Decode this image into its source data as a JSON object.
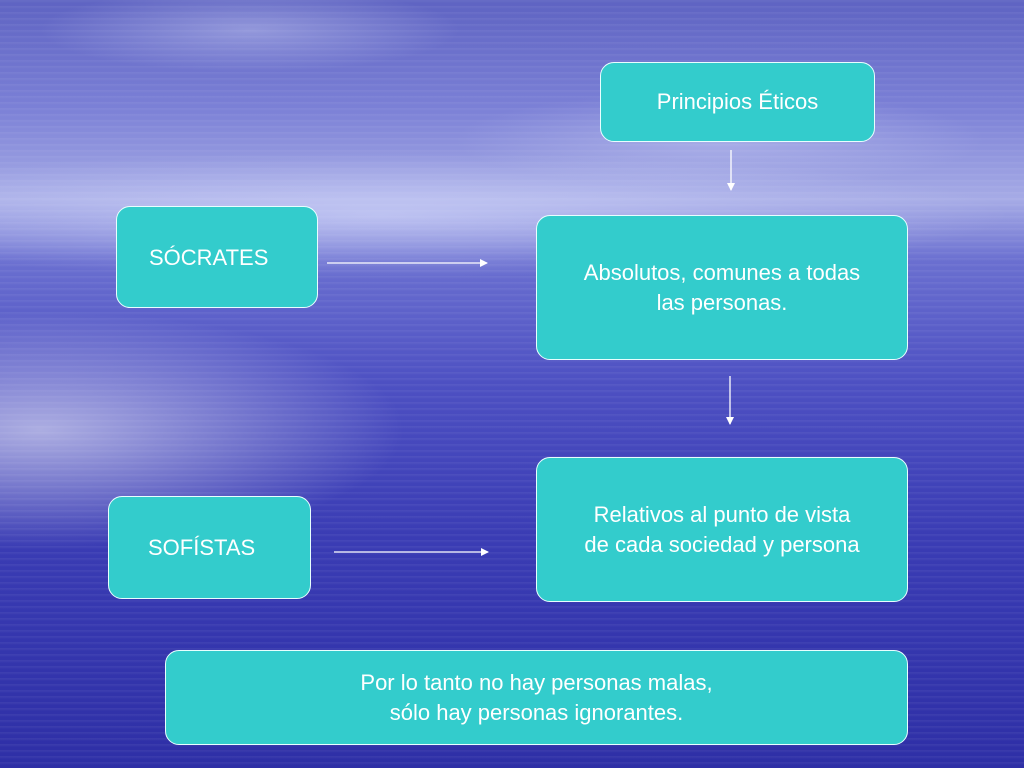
{
  "diagram": {
    "nodes": [
      {
        "id": "principios",
        "lines": [
          "Principios Éticos"
        ]
      },
      {
        "id": "socrates",
        "lines": [
          "SÓCRATES"
        ]
      },
      {
        "id": "absolutos",
        "lines": [
          "Absolutos, comunes a todas",
          "las personas."
        ]
      },
      {
        "id": "relativos",
        "lines": [
          "Relativos al punto de vista",
          "de cada sociedad y persona"
        ]
      },
      {
        "id": "sofistas",
        "lines": [
          "SOFÍSTAS"
        ]
      },
      {
        "id": "conclusion",
        "lines": [
          "Por lo tanto no hay personas malas,",
          "sólo hay personas ignorantes."
        ]
      }
    ],
    "edges": [
      {
        "from": "principios",
        "to": "absolutos"
      },
      {
        "from": "socrates",
        "to": "absolutos"
      },
      {
        "from": "absolutos",
        "to": "relativos"
      },
      {
        "from": "sofistas",
        "to": "relativos"
      }
    ],
    "colors": {
      "box_fill": "#33cccc",
      "box_border": "#e8ffff",
      "text": "#ffffff",
      "arrow": "#ffffff",
      "background": "#3a3cb4"
    }
  }
}
